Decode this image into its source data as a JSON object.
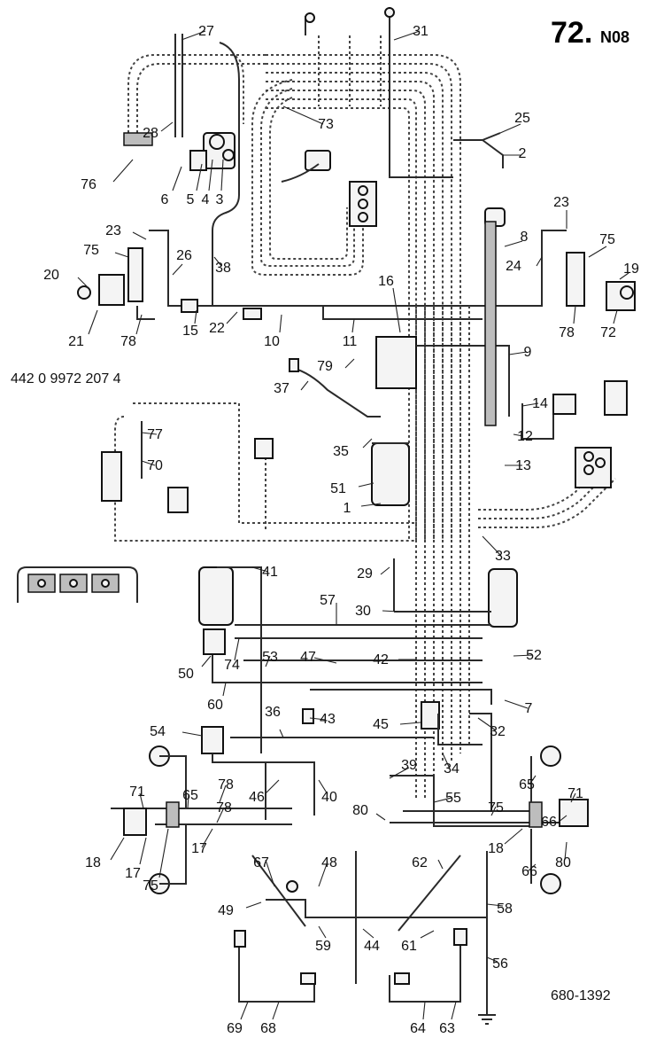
{
  "header": {
    "page_number": "72.",
    "suffix": "N08"
  },
  "part_number": "442 0 9972 207 4",
  "drawing_number": "680-1392",
  "callouts": [
    {
      "label": "27"
    },
    {
      "label": "31"
    },
    {
      "label": "73"
    },
    {
      "label": "25"
    },
    {
      "label": "2"
    },
    {
      "label": "28"
    },
    {
      "label": "76"
    },
    {
      "label": "6"
    },
    {
      "label": "5"
    },
    {
      "label": "4"
    },
    {
      "label": "3"
    },
    {
      "label": "23"
    },
    {
      "label": "75"
    },
    {
      "label": "26"
    },
    {
      "label": "20"
    },
    {
      "label": "38"
    },
    {
      "label": "21"
    },
    {
      "label": "78"
    },
    {
      "label": "15"
    },
    {
      "label": "22"
    },
    {
      "label": "10"
    },
    {
      "label": "11"
    },
    {
      "label": "16"
    },
    {
      "label": "8"
    },
    {
      "label": "23"
    },
    {
      "label": "75"
    },
    {
      "label": "24"
    },
    {
      "label": "19"
    },
    {
      "label": "78"
    },
    {
      "label": "72"
    },
    {
      "label": "79"
    },
    {
      "label": "9"
    },
    {
      "label": "37"
    },
    {
      "label": "14"
    },
    {
      "label": "12"
    },
    {
      "label": "77"
    },
    {
      "label": "70"
    },
    {
      "label": "35"
    },
    {
      "label": "13"
    },
    {
      "label": "51"
    },
    {
      "label": "1"
    },
    {
      "label": "33"
    },
    {
      "label": "29"
    },
    {
      "label": "41"
    },
    {
      "label": "57"
    },
    {
      "label": "30"
    },
    {
      "label": "52"
    },
    {
      "label": "50"
    },
    {
      "label": "74"
    },
    {
      "label": "53"
    },
    {
      "label": "47"
    },
    {
      "label": "42"
    },
    {
      "label": "60"
    },
    {
      "label": "7"
    },
    {
      "label": "36"
    },
    {
      "label": "43"
    },
    {
      "label": "45"
    },
    {
      "label": "32"
    },
    {
      "label": "54"
    },
    {
      "label": "34"
    },
    {
      "label": "39"
    },
    {
      "label": "65"
    },
    {
      "label": "78"
    },
    {
      "label": "46"
    },
    {
      "label": "40"
    },
    {
      "label": "71"
    },
    {
      "label": "18"
    },
    {
      "label": "17"
    },
    {
      "label": "55"
    },
    {
      "label": "75"
    },
    {
      "label": "65"
    },
    {
      "label": "78"
    },
    {
      "label": "80"
    },
    {
      "label": "18"
    },
    {
      "label": "71"
    },
    {
      "label": "80"
    },
    {
      "label": "75"
    },
    {
      "label": "17"
    },
    {
      "label": "67"
    },
    {
      "label": "48"
    },
    {
      "label": "62"
    },
    {
      "label": "66"
    },
    {
      "label": "66"
    },
    {
      "label": "49"
    },
    {
      "label": "58"
    },
    {
      "label": "59"
    },
    {
      "label": "44"
    },
    {
      "label": "61"
    },
    {
      "label": "56"
    },
    {
      "label": "69"
    },
    {
      "label": "68"
    },
    {
      "label": "64"
    },
    {
      "label": "63"
    }
  ]
}
